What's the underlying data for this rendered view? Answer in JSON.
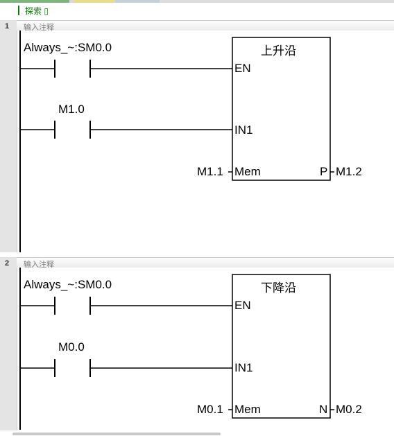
{
  "search": {
    "label": "探索 ▯"
  },
  "networks": [
    {
      "number": "1",
      "comment": "输入注释",
      "contact1": "Always_~:SM0.0",
      "contact2": "M1.0",
      "box_title": "上升沿",
      "pin_en": "EN",
      "pin_in": "IN1",
      "pin_mem": "Mem",
      "mem_addr": "M1.1",
      "pin_out": "P",
      "out_addr": "M1.2"
    },
    {
      "number": "2",
      "comment": "输入注释",
      "contact1": "Always_~:SM0.0",
      "contact2": "M0.0",
      "box_title": "下降沿",
      "pin_en": "EN",
      "pin_in": "IN1",
      "pin_mem": "Mem",
      "mem_addr": "M0.1",
      "pin_out": "N",
      "out_addr": "M0.2"
    }
  ],
  "colors": {
    "comment_text": "#7a7a7a",
    "search_text": "#0a7a0a",
    "gutter": "#e4e4e4",
    "topbar": [
      "#7bb67b",
      "#d9d9d9",
      "#e9dc86",
      "#c4cfd9",
      "#dcdcdc"
    ]
  }
}
